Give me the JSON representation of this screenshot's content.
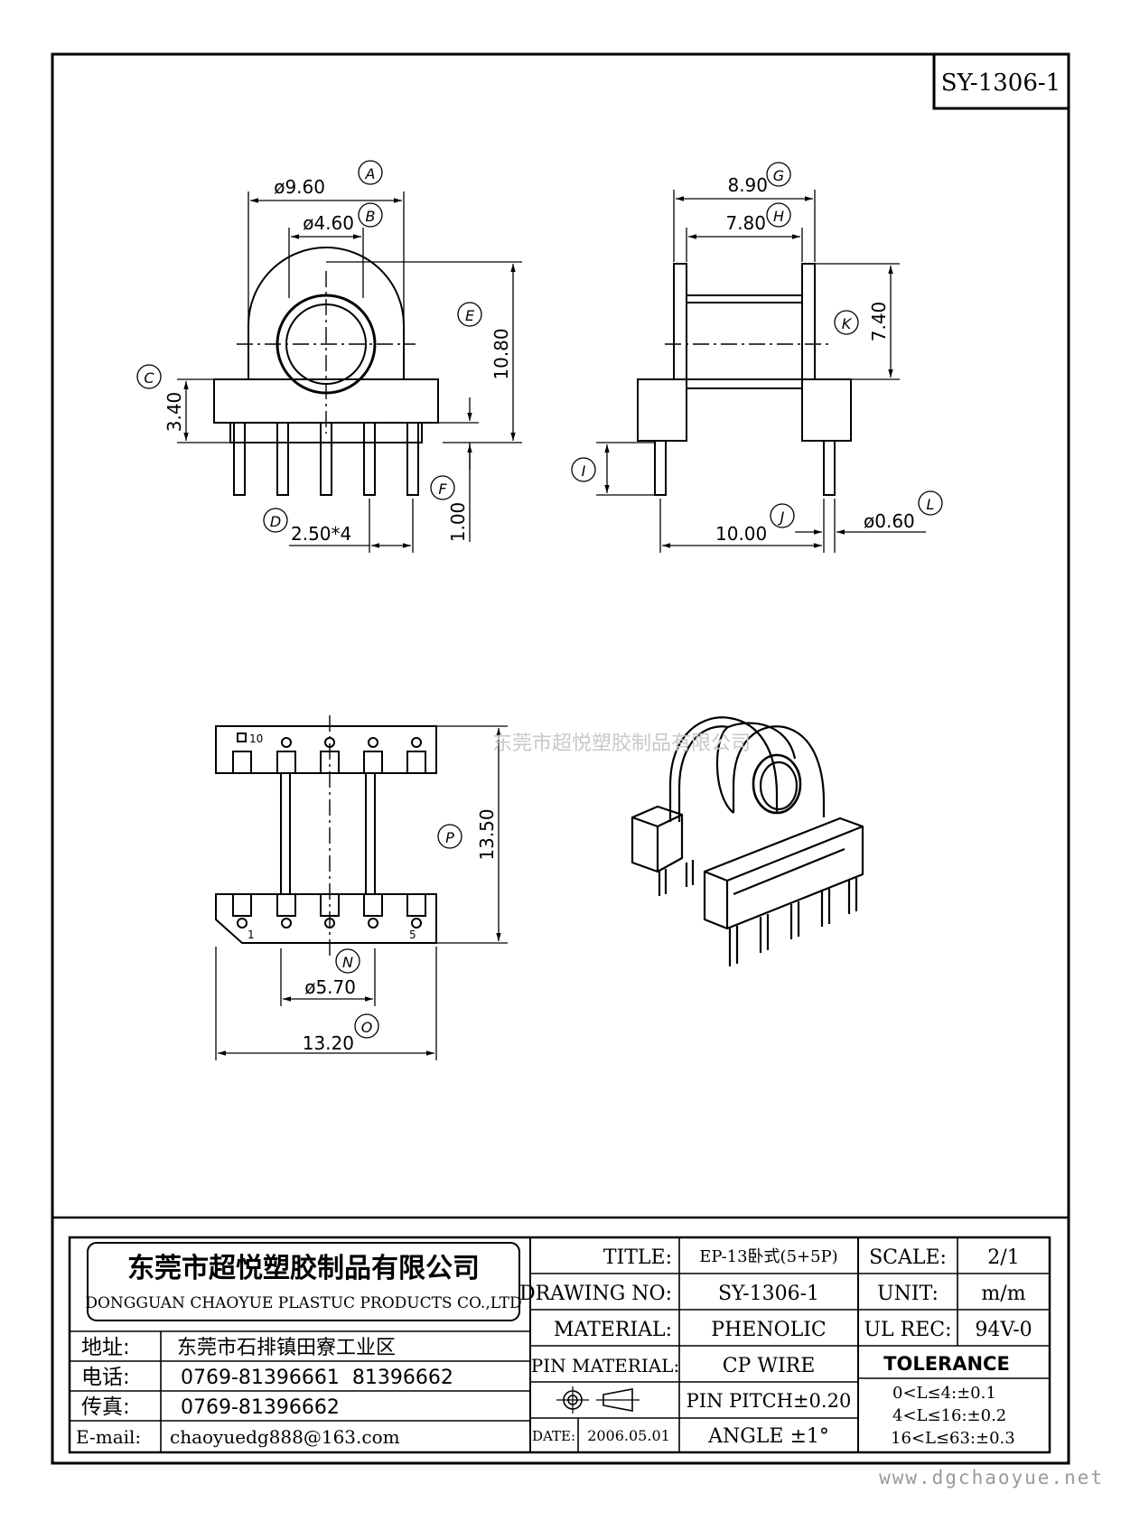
{
  "drawing_code": "SY-1306-1",
  "watermark": "东莞市超悦塑胶制品有限公司",
  "footer_url": "www.dgchaoyue.net",
  "front_view": {
    "dim_a": "ø9.60",
    "label_a": "A",
    "dim_b": "ø4.60",
    "label_b": "B",
    "dim_c": "3.40",
    "label_c": "C",
    "dim_d": "2.50*4",
    "label_d": "D",
    "label_e": "E",
    "dim_e": "10.80",
    "dim_f": "1.00",
    "label_f": "F"
  },
  "side_view": {
    "dim_g": "8.90",
    "label_g": "G",
    "dim_h": "7.80",
    "label_h": "H",
    "dim_k": "7.40",
    "label_k": "K",
    "label_i": "I",
    "dim_j": "10.00",
    "label_j": "J",
    "dim_l": "ø0.60",
    "label_l": "L"
  },
  "bottom_view": {
    "pin_1": "1",
    "pin_5": "5",
    "pin_10": "10",
    "dim_p": "13.50",
    "label_p": "P",
    "dim_n": "ø5.70",
    "label_n": "N",
    "dim_o": "13.20",
    "label_o": "O"
  },
  "title_block": {
    "company_cn": "东莞市超悦塑胶制品有限公司",
    "company_en": "DONGGUAN CHAOYUE PLASTUC PRODUCTS CO.,LTD",
    "address_label": "地址:",
    "address": "东莞市石排镇田寮工业区",
    "phone_label": "电话:",
    "phone": "0769-81396661  81396662",
    "fax_label": "传真:",
    "fax": "0769-81396662",
    "email_label": "E-mail:",
    "email": "chaoyuedg888@163.com",
    "title_label": "TITLE:",
    "title_value": "EP-13卧式(5+5P)",
    "drawing_no_label": "DRAWING NO:",
    "drawing_no": "SY-1306-1",
    "material_label": "MATERIAL:",
    "material": "PHENOLIC",
    "pin_material_label": "PIN MATERIAL:",
    "pin_material": "CP WIRE",
    "date_label": "DATE:",
    "date": "2006.05.01",
    "pin_pitch": "PIN PITCH±0.20",
    "angle": "ANGLE ±1°",
    "scale_label": "SCALE:",
    "scale": "2/1",
    "unit_label": "UNIT:",
    "unit": "m/m",
    "ul_label": "UL REC:",
    "ul": "94V-0",
    "tolerance_label": "TOLERANCE",
    "tol_1": "0<L≤4:±0.1",
    "tol_2": "4<L≤16:±0.2",
    "tol_3": "16<L≤63:±0.3"
  }
}
